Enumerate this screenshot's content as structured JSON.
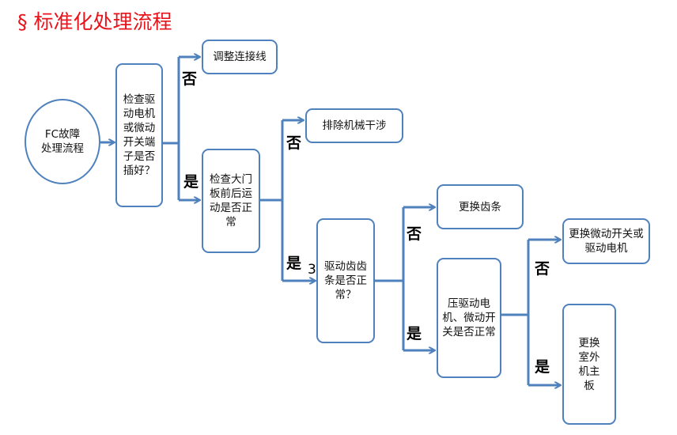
{
  "title": "§ 标准化处理流程",
  "nodes": {
    "start": "FC故障处理流程",
    "check_plug": "检查驱动电机或微动开关端子是否插好？",
    "adjust_wire": "调整连接线",
    "check_door": "检查大门板前后运动是否正常",
    "remove_jam": "排除机械干涉",
    "check_gear": "驱动齿齿条是否正常？",
    "replace_rack": "更换齿条",
    "press_switch": "压驱动电机、微动开关是否正常",
    "replace_motor": "更换微动开关或驱动电机",
    "replace_board": "更换室外机主板"
  },
  "labels": {
    "no1": "否",
    "yes1": "是",
    "no2": "否",
    "yes2": "是",
    "no3": "否",
    "yes3": "是",
    "no4": "否",
    "yes4": "是"
  },
  "stray_number": "3",
  "colors": {
    "accent": "#4f81bd",
    "title": "#e8141b"
  }
}
